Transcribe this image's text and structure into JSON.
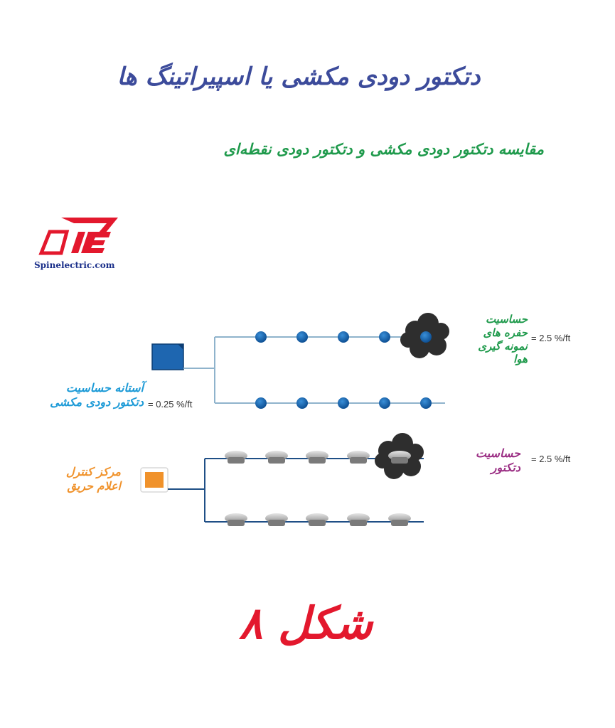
{
  "header": {
    "title": "دتکتور دودی مکشی یا اسپیراتینگ ها",
    "subtitle": "مقایسه  دتکتور دودی مکشی و دتکتور دودی نقطه‌ای"
  },
  "logo": {
    "site": "Spinelectric.com"
  },
  "aspirating": {
    "hole_label": [
      "حساسیت",
      "حفره های",
      "نمونه گیری",
      "هوا"
    ],
    "hole_value": "= 2.5 %/ft",
    "threshold_label": [
      "آستانه حساسیت",
      "دتکتور دودی مکشی"
    ],
    "threshold_value": "= 0.25 %/ft"
  },
  "point": {
    "detector_label": [
      "حساسیت",
      "دتکتور"
    ],
    "detector_value": "= 2.5 %/ft",
    "panel_label": [
      "مرکز کنترل",
      "اعلام حریق"
    ]
  },
  "figure_caption": "شکل ۸",
  "colors": {
    "title": "#3c4b9b",
    "subtitle": "#1f9a4c",
    "blue_label": "#1e9bd7",
    "purple_label": "#9b2f84",
    "orange_label": "#f0922b",
    "caption": "#e3182d"
  }
}
